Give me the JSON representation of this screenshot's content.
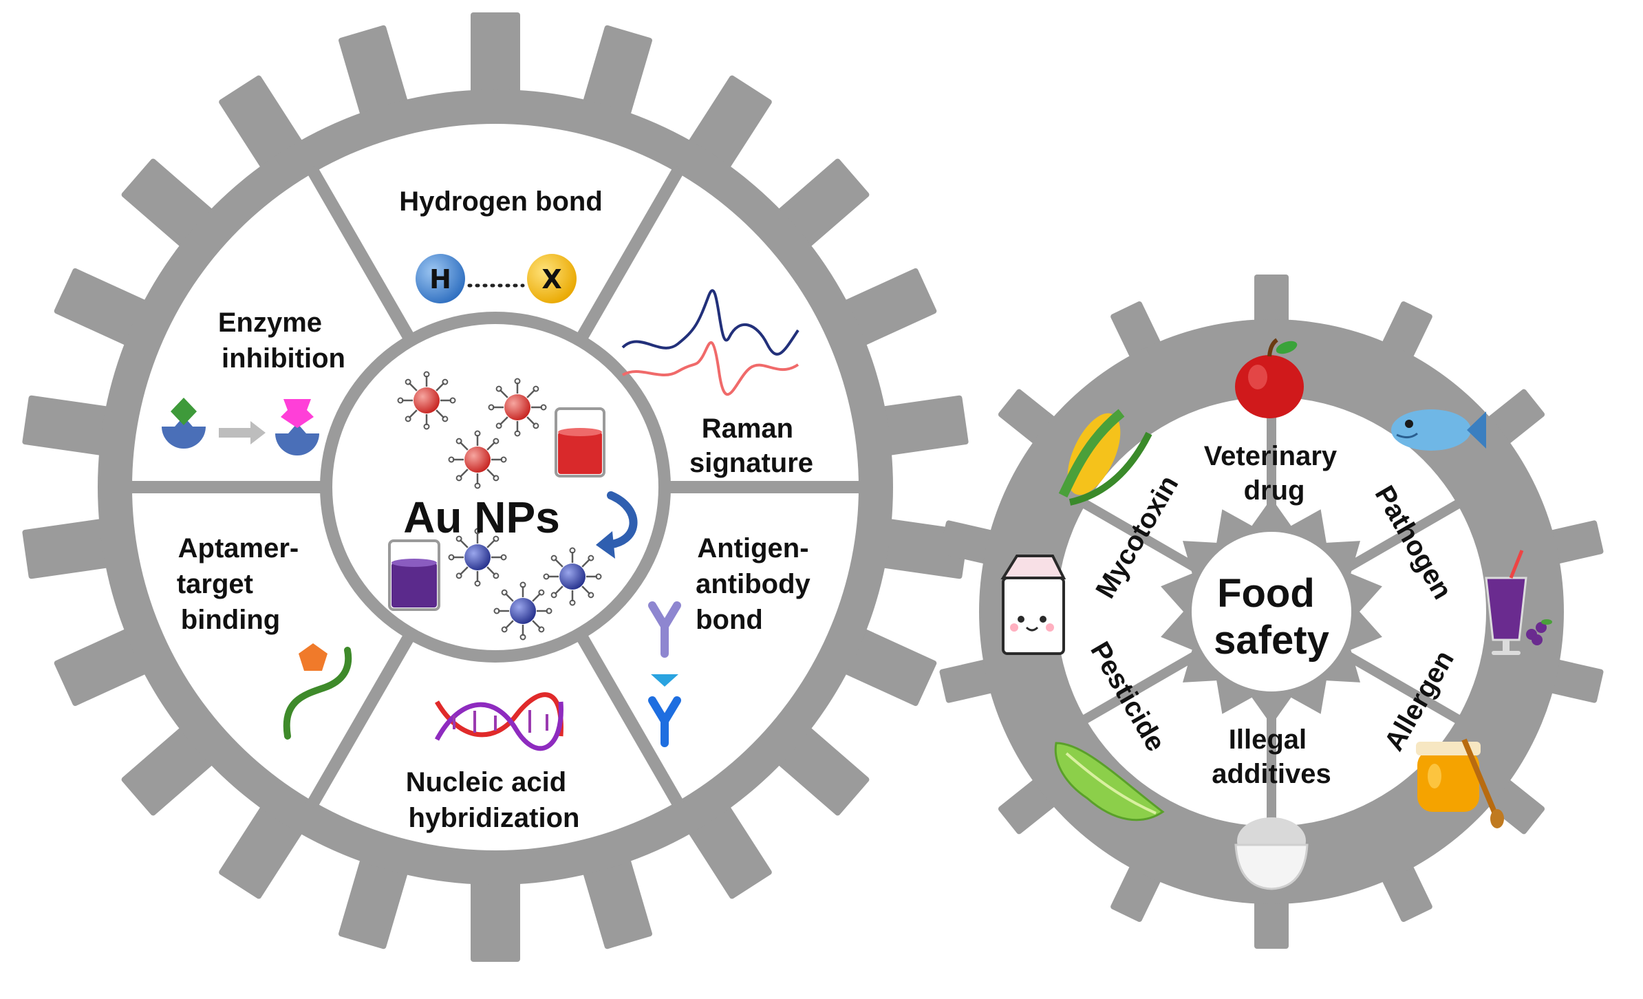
{
  "left_gear": {
    "center_label": "Au NPs",
    "segments": [
      {
        "id": "hydrogen",
        "lines": [
          "Hydrogen bond"
        ]
      },
      {
        "id": "raman",
        "lines": [
          "Raman",
          "signature"
        ]
      },
      {
        "id": "antigen",
        "lines": [
          "Antigen-",
          "antibody",
          "bond"
        ]
      },
      {
        "id": "nucleic",
        "lines": [
          "Nucleic acid",
          "hybridization"
        ]
      },
      {
        "id": "aptamer",
        "lines": [
          "Aptamer-",
          "target",
          "binding"
        ]
      },
      {
        "id": "enzyme",
        "lines": [
          "Enzyme",
          "inhibition"
        ]
      }
    ],
    "hydrogen_atoms": {
      "left": "H",
      "right": "X"
    }
  },
  "right_gear": {
    "center_lines": [
      "Food",
      "safety"
    ],
    "segments": [
      {
        "id": "veterinary",
        "lines": [
          "Veterinary",
          "drug"
        ]
      },
      {
        "id": "pathogen",
        "lines": [
          "Pathogen"
        ]
      },
      {
        "id": "allergen",
        "lines": [
          "Allergen"
        ]
      },
      {
        "id": "additives",
        "lines": [
          "Illegal",
          "additives"
        ]
      },
      {
        "id": "pesticide",
        "lines": [
          "Pesticide"
        ]
      },
      {
        "id": "mycotoxin",
        "lines": [
          "Mycotoxin"
        ]
      }
    ],
    "food_icons": [
      "apple-icon",
      "fish-icon",
      "grape-juice-icon",
      "honey-jar-icon",
      "rice-bowl-icon",
      "lettuce-icon",
      "milk-carton-icon",
      "corn-icon"
    ]
  },
  "colors": {
    "gear": "#9b9b9b",
    "gear_fill": "#ffffff",
    "accent_red": "#d9292b",
    "accent_blue": "#2b3a8f",
    "accent_purple": "#5b2a8c",
    "atom_h": "#3a78c9",
    "atom_x": "#f2b705"
  }
}
